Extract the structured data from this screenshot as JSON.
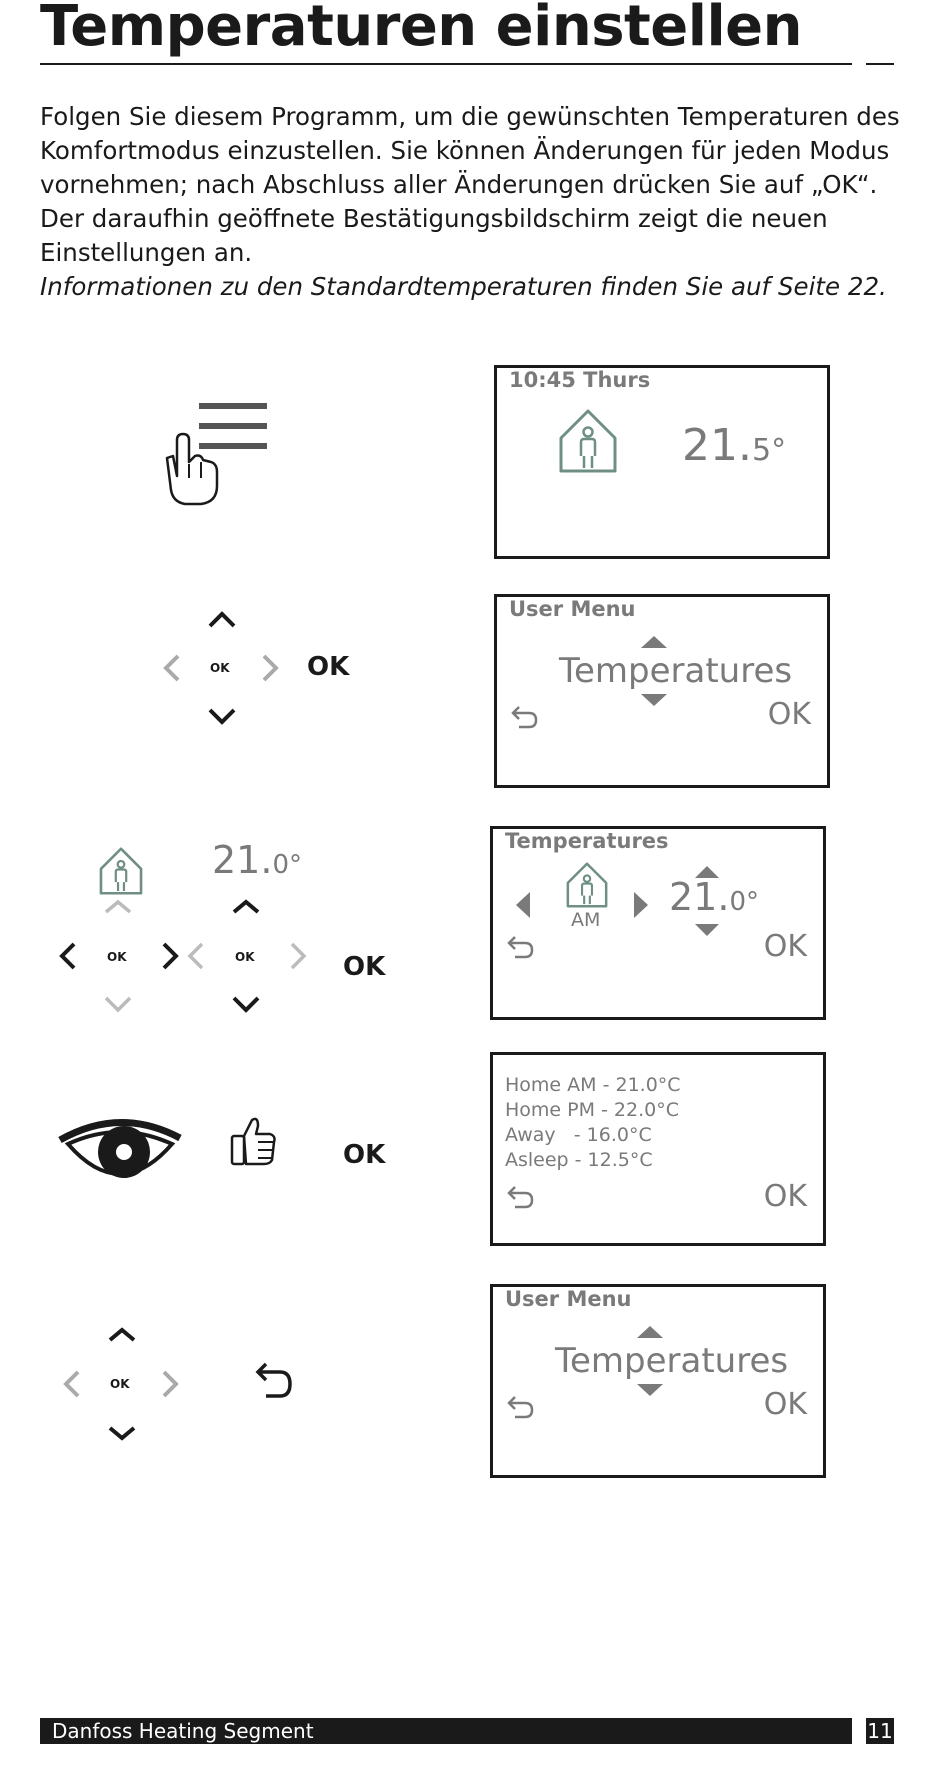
{
  "title": "Temperaturen einstellen",
  "intro": {
    "paragraph": "Folgen Sie diesem Programm, um die gewünschten Temperaturen des Komfortmodus einzustellen.  Sie können Änderungen für jeden Modus vornehmen; nach Abschluss aller Änderungen drücken Sie auf „OK“. Der daraufhin geöffnete Bestätigungsbildschirm zeigt die neuen Einstellungen an.",
    "note": "Informationen zu den Standardtemperaturen finden Sie auf Seite 22."
  },
  "pad_ok": "OK",
  "steps": {
    "step1": {
      "time": "10:45 Thurs",
      "temp_main": "21.",
      "temp_dec": "5°",
      "icon": "home-person-icon"
    },
    "step2": {
      "action": "OK",
      "header": "User Menu",
      "item": "Temperatures",
      "ok": "OK"
    },
    "step3": {
      "temp_main": "21.",
      "temp_dec": "0°",
      "action": "OK",
      "header": "Temperatures",
      "mode": "AM",
      "screen_temp_main": "21.",
      "screen_temp_dec": "0°",
      "ok": "OK"
    },
    "step4": {
      "action": "OK",
      "lines": [
        "Home AM - 21.0°C",
        "Home PM - 22.0°C",
        "Away   - 16.0°C",
        "Asleep - 12.5°C"
      ],
      "ok": "OK"
    },
    "step5": {
      "header": "User Menu",
      "item": "Temperatures",
      "ok": "OK"
    }
  },
  "footer": {
    "brand": "Danfoss Heating Segment",
    "page": "11"
  },
  "colors": {
    "ink": "#1a1a1a",
    "screen_gray": "#7a7a7a",
    "icon_green": "#6f8f84",
    "light_gray": "#a9a9a9"
  }
}
